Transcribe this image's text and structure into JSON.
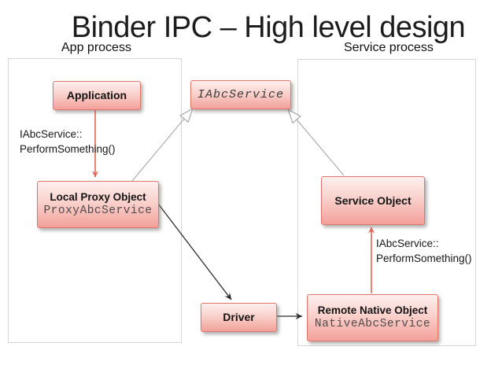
{
  "title": "Binder IPC – High level design",
  "processes": {
    "app": {
      "label": "App process"
    },
    "service": {
      "label": "Service process"
    }
  },
  "nodes": {
    "application": {
      "label": "Application"
    },
    "iabcservice": {
      "label": "IAbcService"
    },
    "local_proxy": {
      "name": "Local Proxy Object",
      "class_name": "ProxyAbcService"
    },
    "service_object": {
      "label": "Service Object"
    },
    "driver": {
      "label": "Driver"
    },
    "remote_native": {
      "name": "Remote Native Object",
      "class_name": "NativeAbcService"
    }
  },
  "call_labels": {
    "app_side": {
      "line1": "IAbcService::",
      "line2": "PerformSomething()"
    },
    "service_side": {
      "line1": "IAbcService::",
      "line2": "PerformSomething()"
    }
  },
  "colors": {
    "node_border": "#e0756c",
    "node_fill_top": "#fdf0ee",
    "node_fill_bottom": "#f3a09a",
    "call_arrow": "#e0645a",
    "flow_arrow": "#2b2b2b",
    "realization_line": "#adadad",
    "container_border": "#d6d6d6",
    "code_text_color": "#534a4a"
  }
}
